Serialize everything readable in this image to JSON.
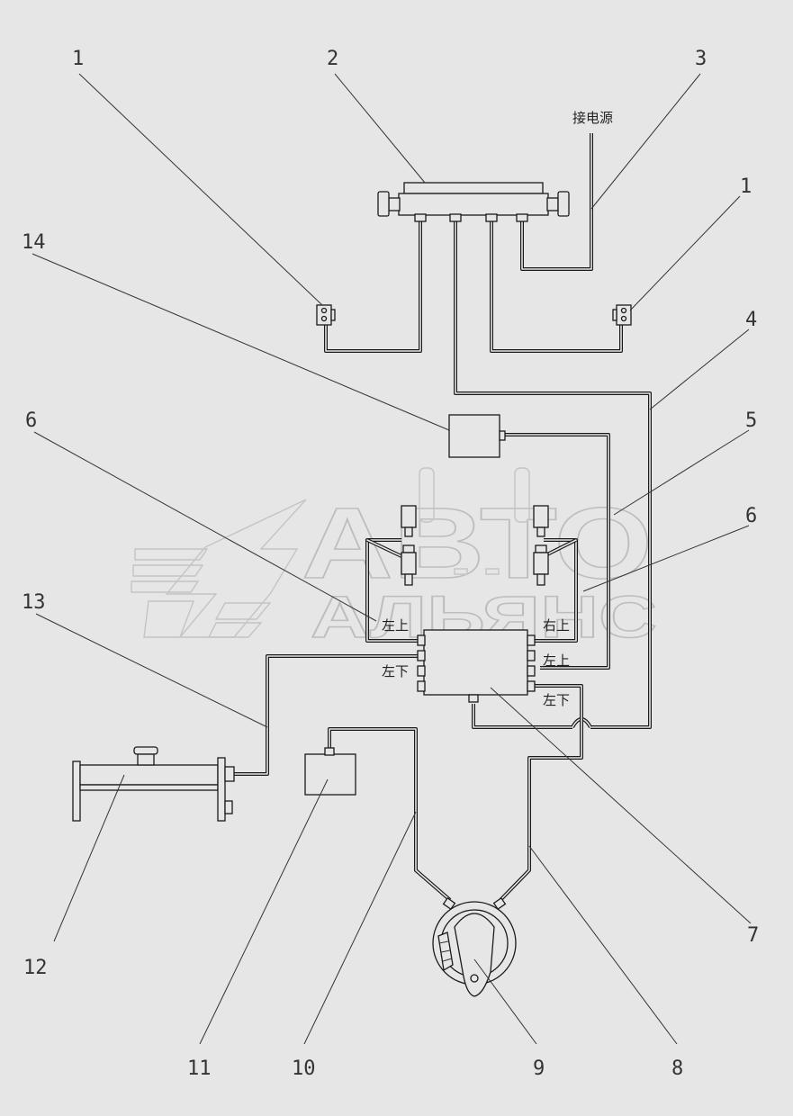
{
  "callouts": {
    "c1a": "1",
    "c2": "2",
    "c3": "3",
    "c1b": "1",
    "c14": "14",
    "c4": "4",
    "c6a": "6",
    "c5": "5",
    "c6b": "6",
    "c13": "13",
    "c7": "7",
    "c12": "12",
    "c8": "8",
    "c9": "9",
    "c10": "10",
    "c11": "11"
  },
  "labels": {
    "power": "接电源",
    "port_left_upper": "左上",
    "port_left_lower": "左下",
    "port_right_upper_1": "右上",
    "port_right_upper_2": "左上",
    "port_right_lower": "左下"
  },
  "watermark": {
    "line1": "АВТО",
    "line2": "АЛЬЯНС"
  },
  "colors": {
    "line": "#1a1a1a",
    "background": "#e6e6e6",
    "watermark": "#bdbdbd"
  }
}
